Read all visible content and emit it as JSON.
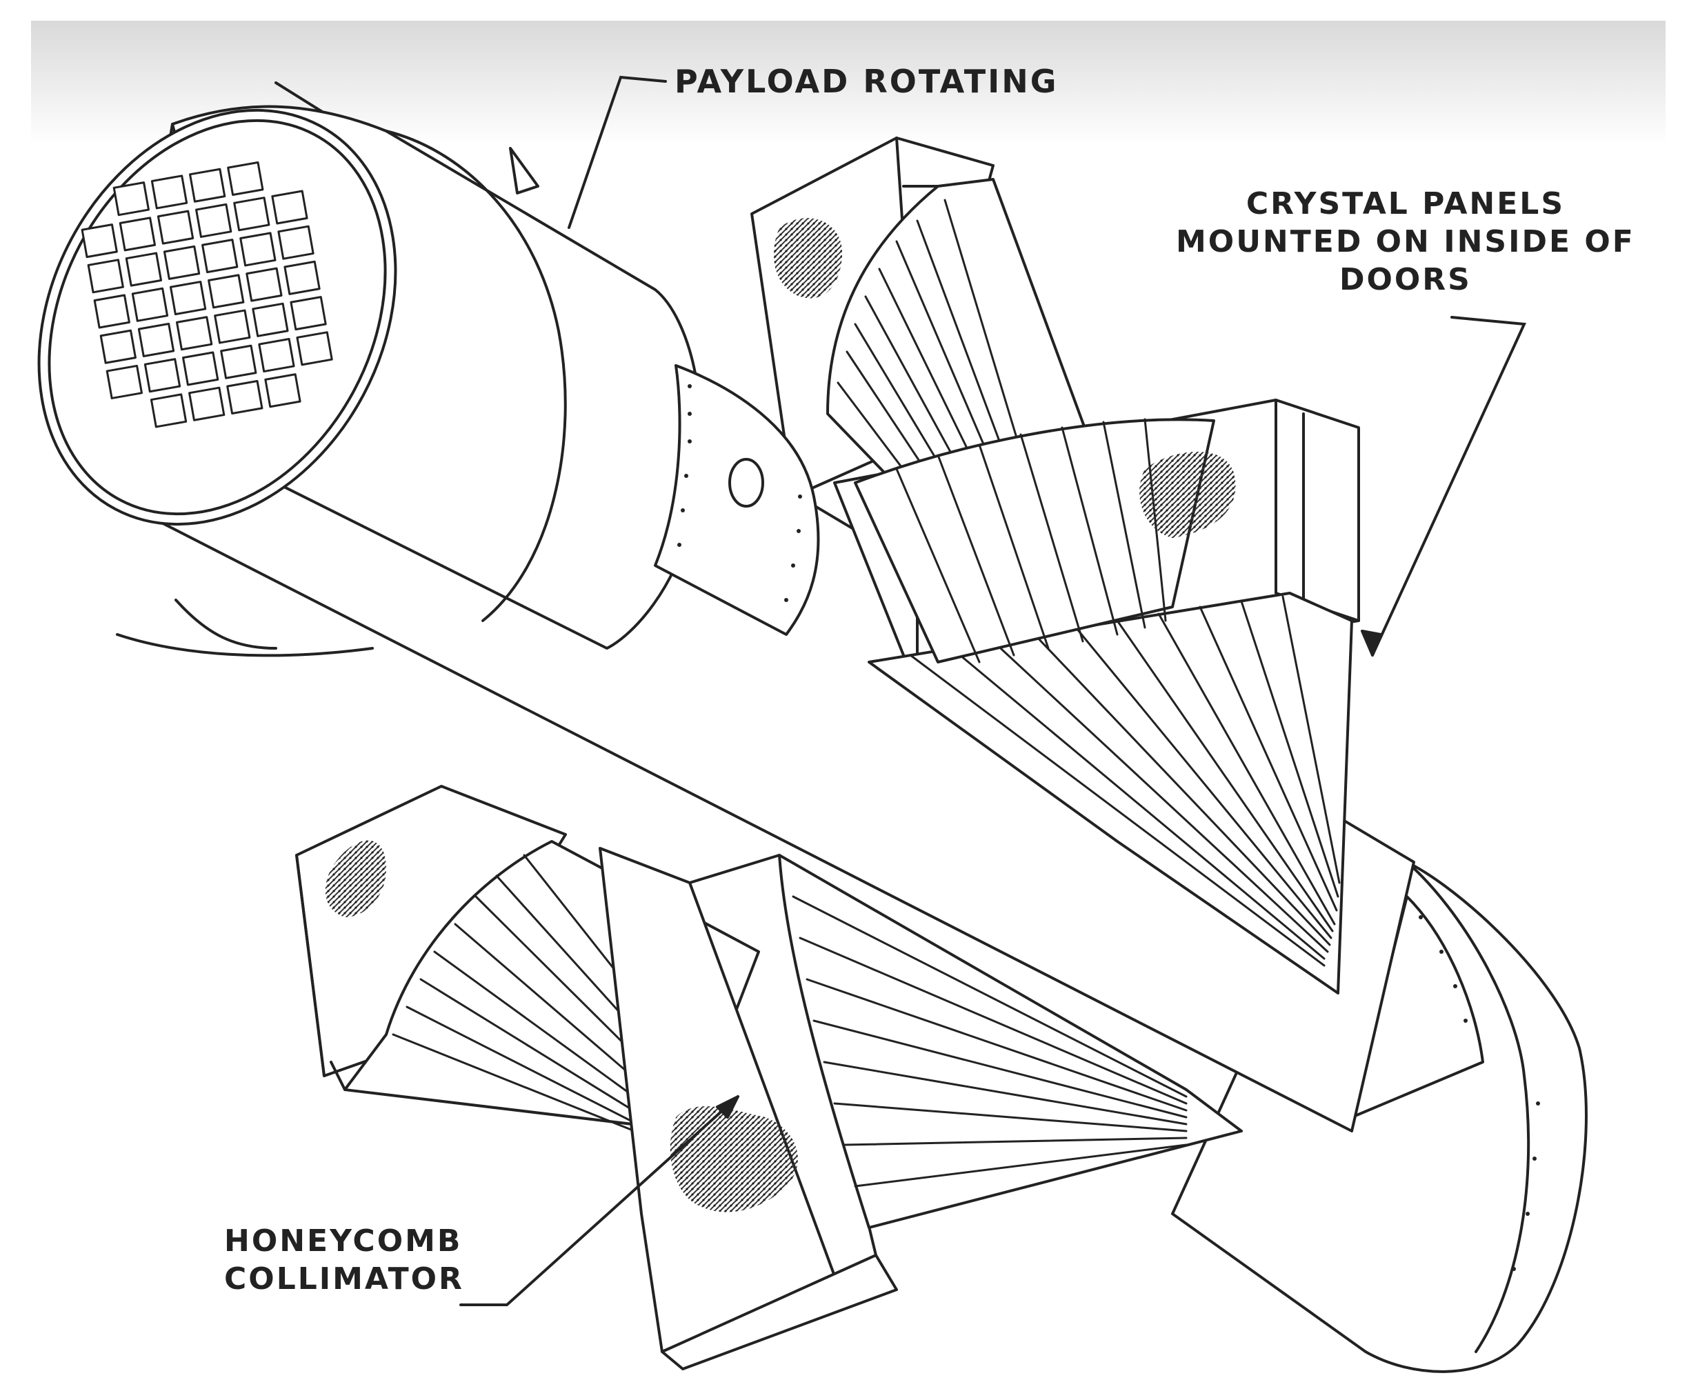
{
  "labels": {
    "payload_rotating": "PAYLOAD ROTATING",
    "crystal_panels_line1": "CRYSTAL PANELS",
    "crystal_panels_line2": "MOUNTED ON INSIDE OF",
    "crystal_panels_line3": "DOORS",
    "honeycomb_line1": "HONEYCOMB",
    "honeycomb_line2": "COLLIMATOR"
  },
  "colors": {
    "ink": "#222222",
    "paper": "#ffffff",
    "shading": "#444444"
  }
}
